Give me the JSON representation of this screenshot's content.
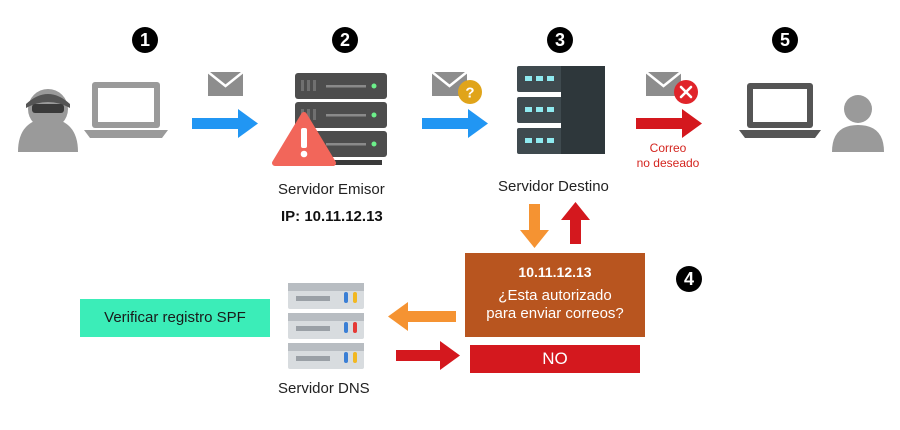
{
  "steps": [
    "1",
    "2",
    "3",
    "4",
    "5"
  ],
  "sender_server": {
    "name": "Servidor Emisor",
    "ip": "IP: 10.11.12.13"
  },
  "destination_server": {
    "name": "Servidor Destino"
  },
  "dns_server": {
    "name": "Servidor DNS"
  },
  "junk_label": {
    "line1": "Correo",
    "line2": "no deseado"
  },
  "question_box": {
    "ip": "10.11.12.13",
    "line1": "¿Esta autorizado",
    "line2": "para enviar correos?"
  },
  "answer": "NO",
  "spf_check": "Verificar registro SPF",
  "colors": {
    "blue_arrow": "#2196f3",
    "orange_arrow": "#f59332",
    "red_arrow": "#d4181e",
    "question_box": "#b8551f",
    "spf_box": "#3bedb8",
    "warning": "#f2665a",
    "icon_gray": "#9a9a9a",
    "server_dark": "#3f4a4f"
  },
  "icons": [
    "hacker-icon",
    "laptop-icon",
    "mail-icon",
    "server-icon",
    "warning-icon",
    "question-icon",
    "error-x-icon",
    "user-icon"
  ]
}
